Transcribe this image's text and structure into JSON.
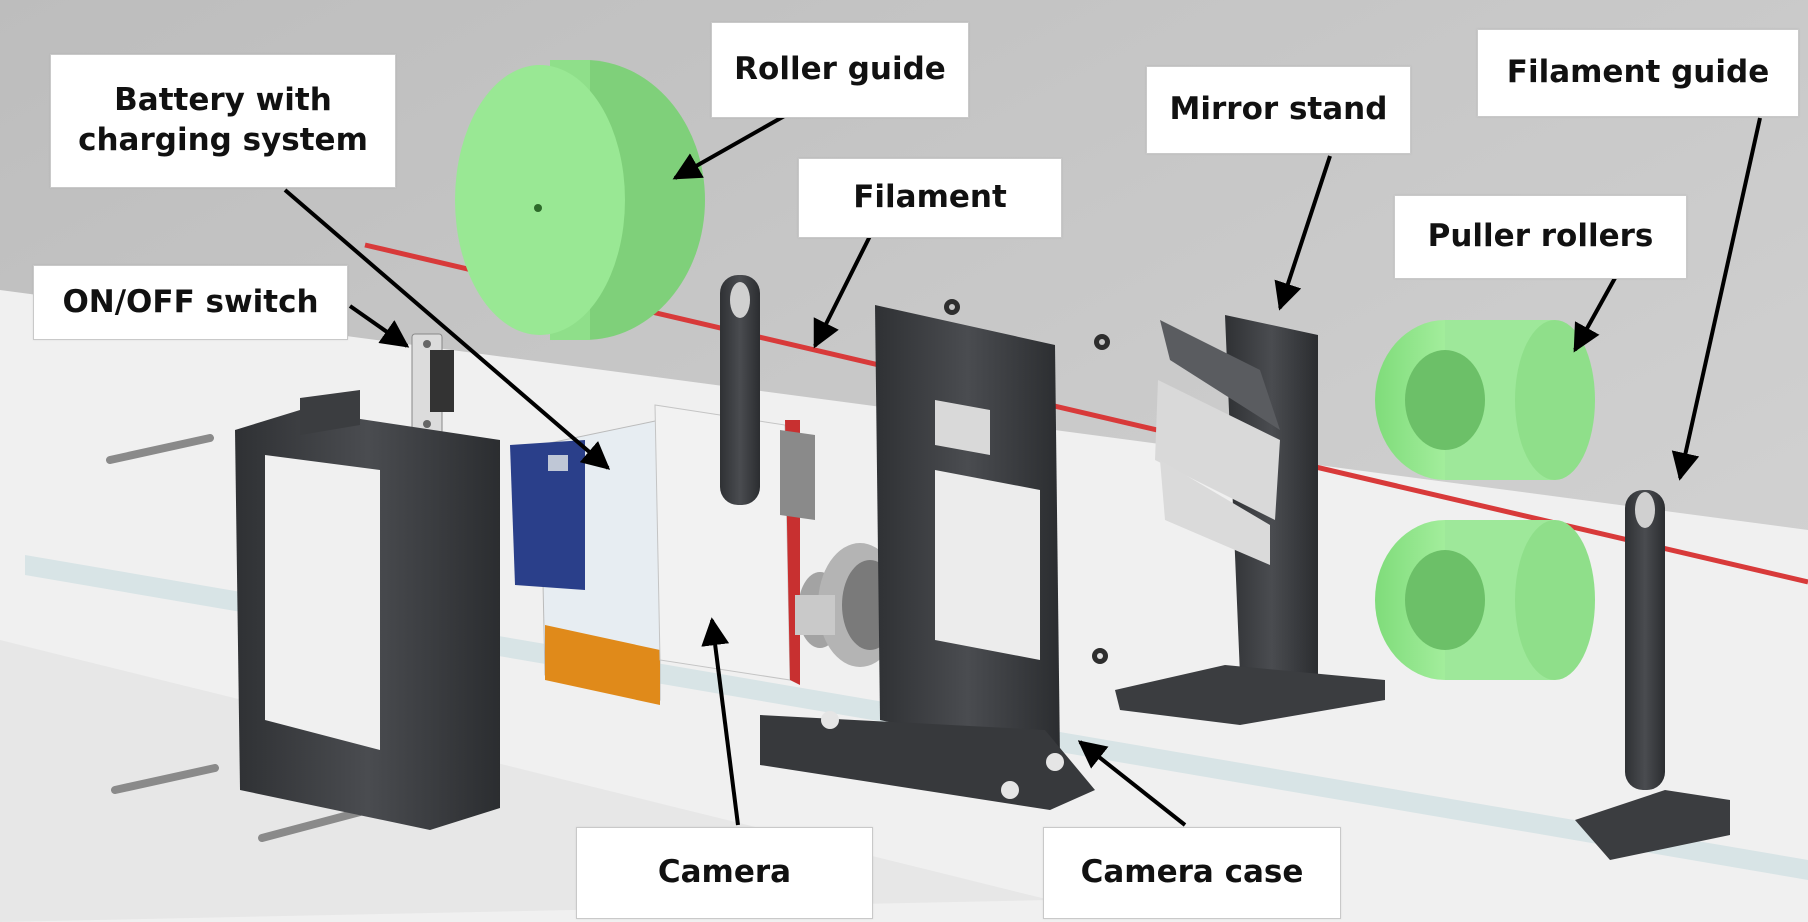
{
  "labels": {
    "roller_guide": "Roller guide",
    "battery": "Battery with\ncharging system",
    "onoff_switch": "ON/OFF switch",
    "filament": "Filament",
    "mirror_stand": "Mirror stand",
    "filament_guide": "Filament guide",
    "puller_rollers": "Puller rollers",
    "camera": "Camera",
    "camera_case": "Camera case"
  },
  "colors": {
    "background": "#c4c4c4",
    "table": "#f1f1f1",
    "part_dark": "#3b3d40",
    "part_green": "#9ee89a",
    "filament_red": "#d83a3a",
    "pcb_blue": "#2a3f8a",
    "battery_orange": "#e08a1a",
    "label_text": "#111111"
  }
}
